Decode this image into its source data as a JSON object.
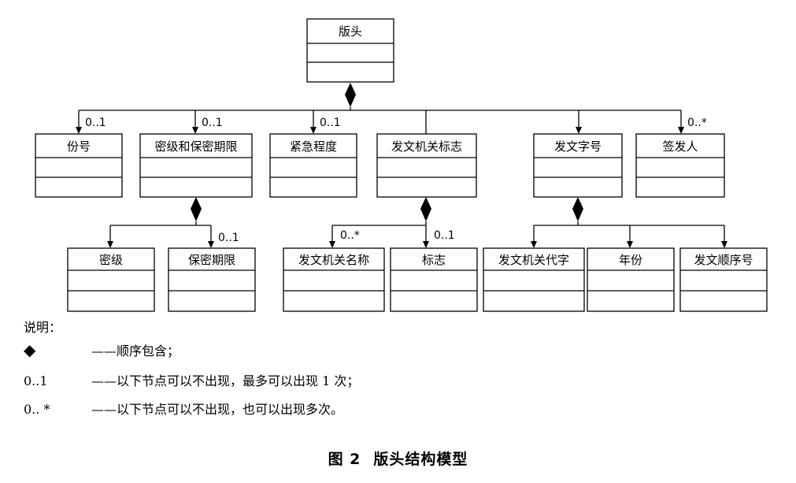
{
  "nodes": {
    "banhead": "版头",
    "fenhao": "份号",
    "miji_baomi": "密级和保密期限",
    "jinji": "紧急程度",
    "fawen_biaozhi": "发文机关标志",
    "fawen_zihao": "发文字号",
    "qianfaren": "签发人",
    "miji": "密级",
    "baomi_qixian": "保密期限",
    "fawen_mingcheng": "发文机关名称",
    "biaozhi": "标志",
    "fawen_daizi": "发文机关代字",
    "nianfen": "年份",
    "fawen_shunxu": "发文顺序号"
  },
  "multiplicities": {
    "fenhao": "0..1",
    "miji_baomi": "0..1",
    "jinji": "0..1",
    "qianfaren": "0..*",
    "baomi_qixian": "0..1",
    "fawen_mingcheng": "0..*",
    "biaozhi": "0..1"
  },
  "legend": {
    "title": "说明：",
    "items": [
      {
        "symbol": "◆",
        "text": "——顺序包含；"
      },
      {
        "symbol": "0..1",
        "text": "——以下节点可以不出现，最多可以出现 1 次；"
      },
      {
        "symbol": "0.. *",
        "text": "——以下节点可以不出现，也可以出现多次。"
      }
    ]
  },
  "caption": {
    "figure": "图 2",
    "title": "版头结构模型"
  }
}
